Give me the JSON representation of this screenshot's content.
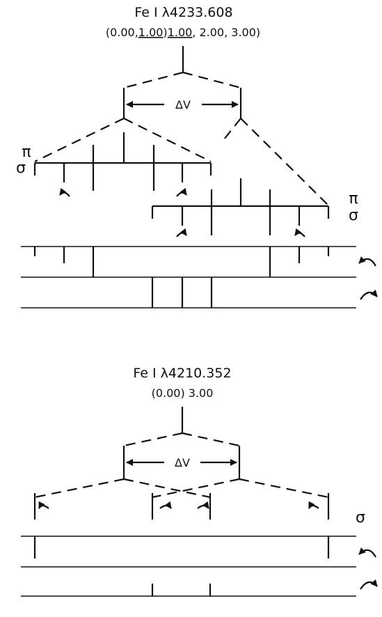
{
  "diagram_top": {
    "title": "Fe I  λ4233.608",
    "subtitle_prefix": "(0.00,",
    "subtitle_underlined_1": "1.00",
    "subtitle_mid": ")",
    "subtitle_underlined_2": "1.00",
    "subtitle_suffix": ", 2.00, 3.00)",
    "delta_label": "ΔV",
    "pi_label_left": "π",
    "sigma_label_left": "σ",
    "pi_label_right": "π",
    "sigma_label_right": "σ"
  },
  "diagram_bottom": {
    "title": "Fe I  λ4210.352",
    "subtitle": "(0.00) 3.00",
    "delta_label": "ΔV",
    "sigma_label": "σ"
  }
}
